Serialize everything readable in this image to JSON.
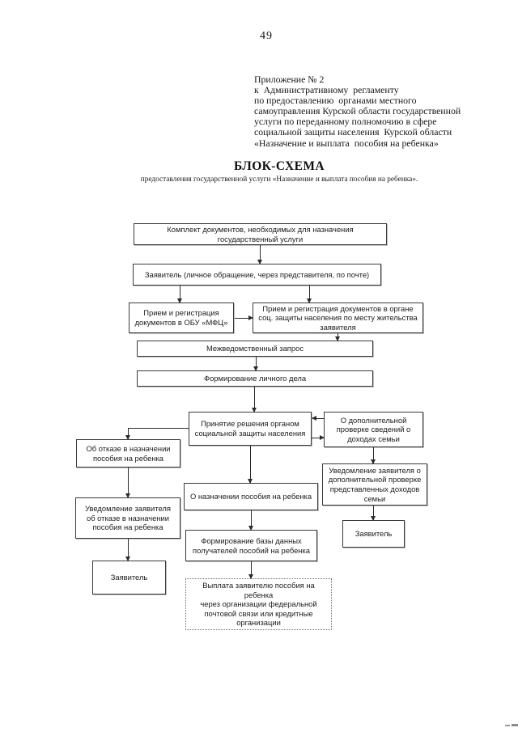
{
  "page": {
    "number": "49"
  },
  "appendix": {
    "text": "Приложение № 2\nк  Административному  регламенту\nпо предоставлению  органами местного\nсамоуправления Курской области государственной\nуслуги по переданному полномочию в сфере\nсоциальной защиты населения  Курской области\n«Назначение и выплата  пособия на ребенка»"
  },
  "title": {
    "heading": "БЛОК-СХЕМА",
    "subheading": "предоставления государственной услуги  «Назначение и выплата  пособия на ребенка»."
  },
  "flowchart": {
    "boxes": {
      "document_set": "Комплект документов, необходимых для назначения\nгосударственный услуги",
      "applicant_submission": "Заявитель (личное обращение, через представителя, по почте)",
      "mfc_reception": "Прием и регистрация\nдокументов в ОБУ «МФЦ»",
      "social_reception": "Прием и регистрация документов в органе\nсоц. защиты населения по месту жительства\nзаявителя",
      "interagency_request": "Межведомственный запрос",
      "personal_file": "Формирование личного дела",
      "decision": "Принятие решения органом\nсоциальной защиты населения",
      "additional_check": "О дополнительной\nпроверке сведений о\nдоходах семьи",
      "refusal": "Об отказе в назначении\nпособия на ребенка",
      "appointment": "О назначении пособия на ребенка",
      "check_notification": "Уведомление заявителя о\nдополнительной проверке\nпредставленных доходов\nсемьи",
      "refusal_notification": "Уведомление заявителя\nоб отказе в назначении\nпособия на ребенка",
      "applicant_left": "Заявитель",
      "applicant_right": "Заявитель",
      "database": "Формирование базы данных\nполучателей пособий на ребенка",
      "payment": "Выплата заявителю пособия на\nребенка\nчерез организации федеральной\nпочтовой связи или кредитные\nорганизации"
    }
  }
}
